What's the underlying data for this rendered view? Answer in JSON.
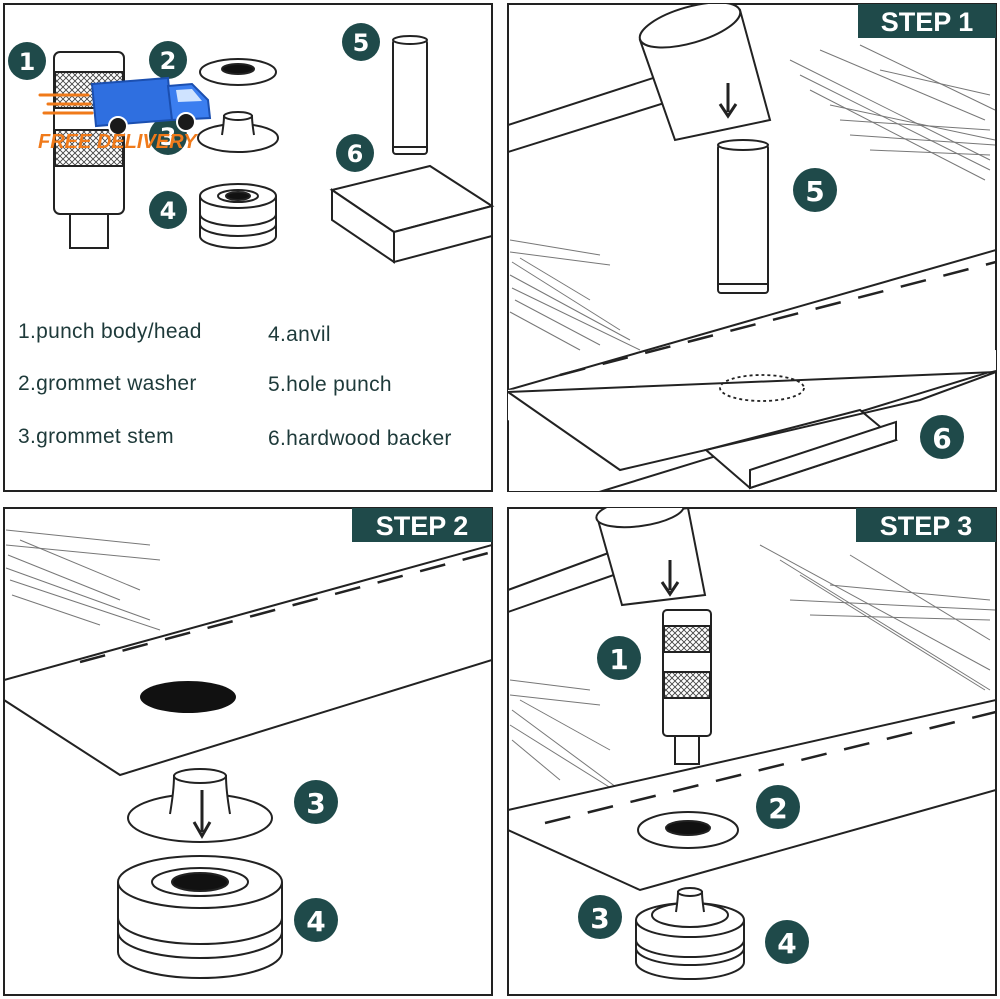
{
  "colors": {
    "badge": "#1f4a4a",
    "outline": "#222222",
    "logo_truck": "#2f6fe0",
    "logo_orange": "#f07a1a"
  },
  "logo": {
    "text": "FREE DELIVERY",
    "icon": "delivery-truck-icon"
  },
  "badges": [
    "1",
    "2",
    "3",
    "4",
    "5",
    "6"
  ],
  "legend": [
    "1.punch body/head",
    "2.grommet washer",
    "3.grommet stem",
    "4.anvil",
    "5.hole punch",
    "6.hardwood backer"
  ],
  "steps": [
    "STEP 1",
    "STEP 2",
    "STEP 3"
  ]
}
